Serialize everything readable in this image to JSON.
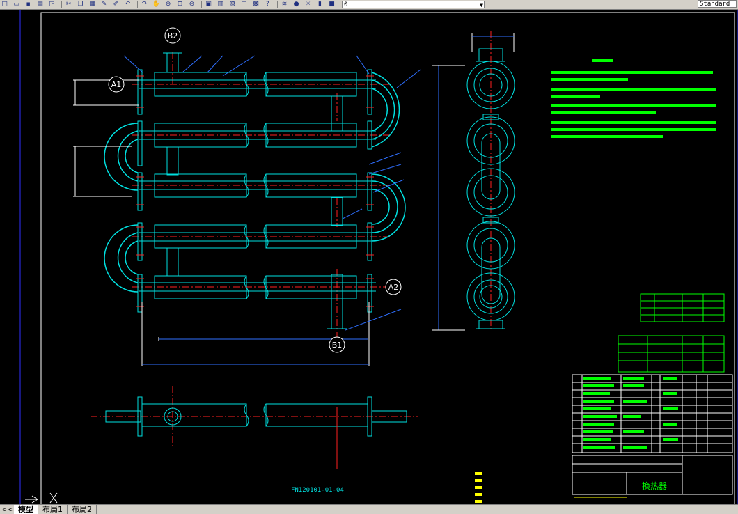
{
  "toolbar": {
    "icons": [
      "new-icon",
      "open-icon",
      "save-icon",
      "plot-icon",
      "preview-icon",
      "cut-icon",
      "copy-icon",
      "paste-icon",
      "matchprop-icon",
      "brush-icon",
      "undo-icon",
      "redo-icon",
      "pan-icon",
      "zoom-realtime-icon",
      "zoom-window-icon",
      "zoom-previous-icon",
      "properties-icon",
      "designcenter-icon",
      "toolpalettes-icon",
      "markup-icon",
      "quickcalc-icon",
      "help-icon",
      "layer-manager-icon",
      "bulb-icon",
      "sun-icon",
      "lock-icon",
      "color-square-icon"
    ],
    "layer_value": "0",
    "style_value": "Standard"
  },
  "tabs": [
    "模型",
    "布局1",
    "布局2"
  ],
  "drawing": {
    "labels": {
      "a1": "A1",
      "a2": "A2",
      "b1": "B1",
      "b2": "B2"
    },
    "drawing_number": "FN120101-01-04",
    "title_name": "换热器"
  },
  "colors": {
    "background": "#000000",
    "cyan": "#00ffff",
    "green": "#00ff00",
    "red": "#ff0000",
    "blue": "#0000ff",
    "white": "#ffffff",
    "magenta": "#ff00ff",
    "yellow": "#ffff00",
    "border": "#2020ff"
  }
}
